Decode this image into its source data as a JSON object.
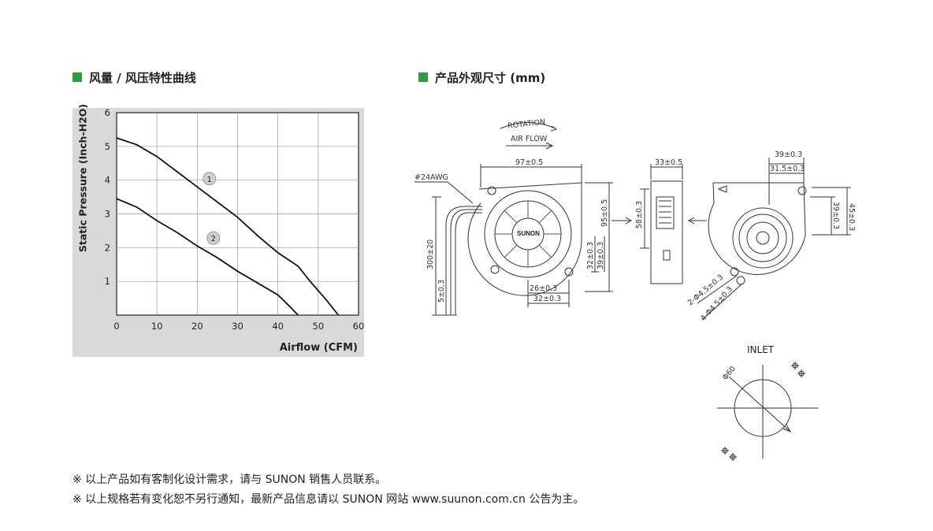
{
  "sections": {
    "left_title": "风量 / 风压特性曲线",
    "right_title": "产品外观尺寸 (mm)"
  },
  "accent_color": "#2e9a43",
  "chart_data": {
    "type": "line",
    "xlabel": "Airflow (CFM)",
    "ylabel": "Static Pressure (Inch-H2O)",
    "xlim": [
      0,
      60
    ],
    "ylim": [
      0,
      6
    ],
    "x_ticks": [
      "0",
      "10",
      "20",
      "30",
      "40",
      "50",
      "60"
    ],
    "y_ticks": [
      "1",
      "2",
      "3",
      "4",
      "5",
      "6"
    ],
    "grid": true,
    "series": [
      {
        "name": "1",
        "points": [
          [
            0,
            5.25
          ],
          [
            5,
            5.05
          ],
          [
            10,
            4.7
          ],
          [
            15,
            4.25
          ],
          [
            20,
            3.8
          ],
          [
            25,
            3.35
          ],
          [
            30,
            2.9
          ],
          [
            35,
            2.35
          ],
          [
            40,
            1.85
          ],
          [
            45,
            1.45
          ],
          [
            48,
            1.0
          ],
          [
            52,
            0.45
          ],
          [
            55,
            0.0
          ]
        ]
      },
      {
        "name": "2",
        "points": [
          [
            0,
            3.45
          ],
          [
            5,
            3.2
          ],
          [
            10,
            2.8
          ],
          [
            15,
            2.45
          ],
          [
            20,
            2.05
          ],
          [
            25,
            1.7
          ],
          [
            30,
            1.3
          ],
          [
            35,
            0.95
          ],
          [
            40,
            0.6
          ],
          [
            43,
            0.25
          ],
          [
            45,
            0.0
          ]
        ]
      }
    ]
  },
  "dimensions": {
    "rotation": "ROTATION",
    "air_flow": "AIR FLOW",
    "awg": "#24AWG",
    "width": "97±0.5",
    "height": "95±0.5",
    "lead": "300±20",
    "strip": "5±0.3",
    "b1": "26±0.3",
    "b2": "32±0.3",
    "s1": "32±0.3",
    "s2": "39±0.3",
    "thickness": "33±0.5",
    "side_h": "58±0.3",
    "top1": "39±0.3",
    "top2": "31.5±0.3",
    "right1": "39±0.3",
    "right2": "45±0.3",
    "hole1": "2-Φ4.5±0.3",
    "hole2": "4-Φ4.5±0.3",
    "brand": "SUNON",
    "inlet": "INLET",
    "inlet_dia": "Φ60"
  },
  "notes": {
    "line1": "※ 以上产品如有客制化设计需求，请与 SUNON 销售人员联系。",
    "line2": "※ 以上规格若有变化恕不另行通知，最新产品信息请以 SUNON 网站 www.suunon.com.cn 公告为主。"
  }
}
